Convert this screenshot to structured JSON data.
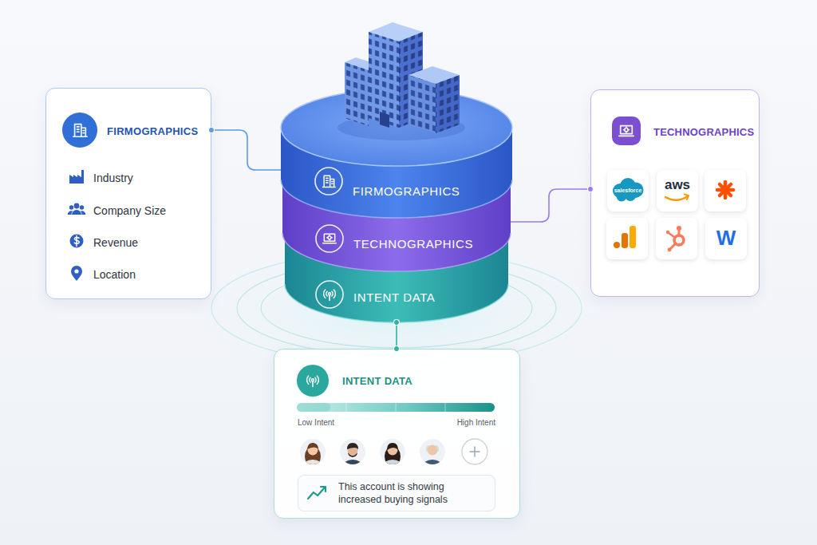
{
  "diagram": {
    "nodes": [
      {
        "text": [
          "FIRMOGRAPHICS",
          "Industry",
          "Company Size",
          "Revenue",
          "Location"
        ]
      },
      {
        "text": [
          "FIRMOGRAPHICS"
        ]
      },
      {
        "text": [
          "TECHNOGRAPHICS"
        ]
      },
      {
        "text": [
          "INTENT DATA"
        ]
      },
      {
        "text": [
          "TECHNOGRAPHICS"
        ]
      },
      {
        "text": [
          "salesforce"
        ],
        "in": 4
      },
      {
        "text": [
          "aws"
        ],
        "in": 4
      },
      {
        "text": [
          "W"
        ],
        "in": 4
      },
      {
        "text": [
          "INTENT DATA",
          "Low Intent",
          "High Intent"
        ]
      },
      {
        "text": [
          "This account is showing increased buying signals"
        ],
        "in": 8
      }
    ],
    "edges": [
      {
        "from": 0,
        "to": 1,
        "arrow": "none"
      },
      {
        "from": 4,
        "to": 2,
        "arrow": "none"
      },
      {
        "from": 3,
        "to": 8,
        "arrow": "none"
      }
    ]
  }
}
